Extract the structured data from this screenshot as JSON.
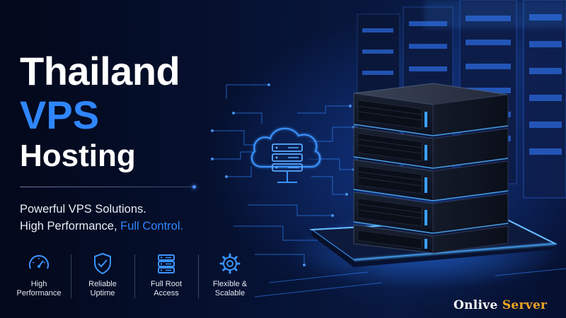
{
  "headline": {
    "line1": "Thailand",
    "line2": "VPS",
    "line3": "Hosting"
  },
  "tagline": {
    "line1": "Powerful VPS Solutions.",
    "line2_prefix": "High Performance,",
    "line2_accent": "Full Control."
  },
  "features": [
    {
      "icon": "speedometer-icon",
      "line1": "High",
      "line2": "Performance"
    },
    {
      "icon": "shield-check-icon",
      "line1": "Reliable",
      "line2": "Uptime"
    },
    {
      "icon": "server-icon",
      "line1": "Full Root",
      "line2": "Access"
    },
    {
      "icon": "gear-icon",
      "line1": "Flexible &",
      "line2": "Scalable"
    }
  ],
  "illustration": {
    "cloud_icon": "cloud-server-icon",
    "server_stack_units": 5
  },
  "logo": {
    "word1": "Onlive",
    "word2": "Server"
  },
  "colors": {
    "background": "#050c22",
    "accent_blue": "#2f86ff",
    "glow_blue": "#3aa0ff",
    "logo_orange": "#f5a623",
    "text_white": "#ffffff"
  }
}
